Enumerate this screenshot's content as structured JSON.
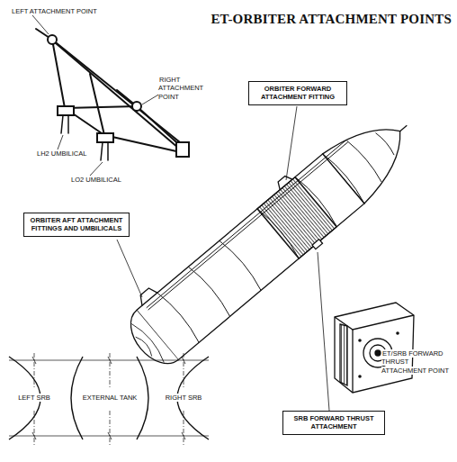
{
  "diagram": {
    "title": "ET-ORBITER ATTACHMENT POINTS",
    "nodes": [
      {
        "text": [
          "ORBITER FORWARD ATTACHMENT FITTING"
        ]
      },
      {
        "text": [
          "ORBITER AFT ATTACHMENT FITTINGS AND UMBILICALS"
        ]
      },
      {
        "text": [
          "SRB FORWARD THRUST ATTACHMENT"
        ]
      }
    ],
    "labels": [
      "LEFT ATTACHMENT POINT",
      "RIGHT ATTACHMENT POINT",
      "LH2 UMBILICAL",
      "LO2 UMBILICAL",
      "ET/SRB FORWARD THRUST ATTACHMENT POINT",
      "LEFT SRB",
      "EXTERNAL TANK",
      "RIGHT SRB"
    ]
  }
}
